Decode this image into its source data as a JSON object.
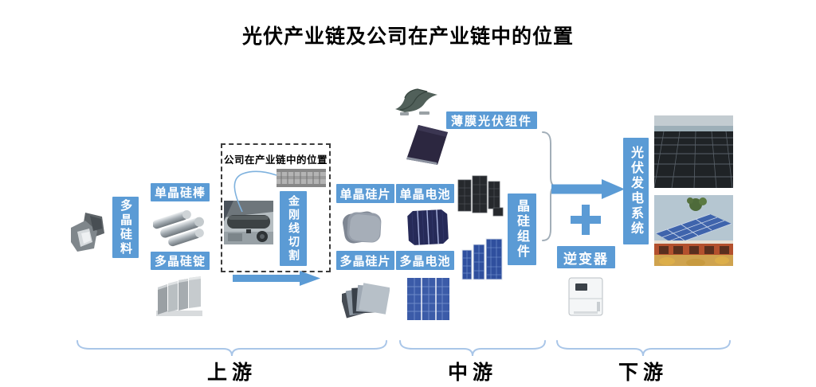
{
  "title": "光伏产业链及公司在产业链中的位置",
  "colors": {
    "label_blue": "#5b9bd5",
    "arrow_blue": "#5b9bd5",
    "brace_blue": "#a9c6e8",
    "text_black": "#1a1a1a"
  },
  "upstream": {
    "material": "多晶硅料",
    "mono_rod": "单晶硅棒",
    "poly_ingot": "多晶硅锭"
  },
  "company_box": {
    "title": "公司在产业链中的位置",
    "process": "金刚线切割"
  },
  "midstream": {
    "mono_wafer": "单晶硅片",
    "poly_wafer": "多晶硅片",
    "mono_cell": "单晶电池",
    "poly_cell": "多晶电池",
    "thin_film_module": "薄膜光伏组件",
    "crystalline_module": "晶硅组件"
  },
  "downstream": {
    "inverter": "逆变器",
    "pv_system": "光伏发电系统"
  },
  "stages": [
    {
      "label": "上游"
    },
    {
      "label": "中游"
    },
    {
      "label": "下游"
    }
  ]
}
